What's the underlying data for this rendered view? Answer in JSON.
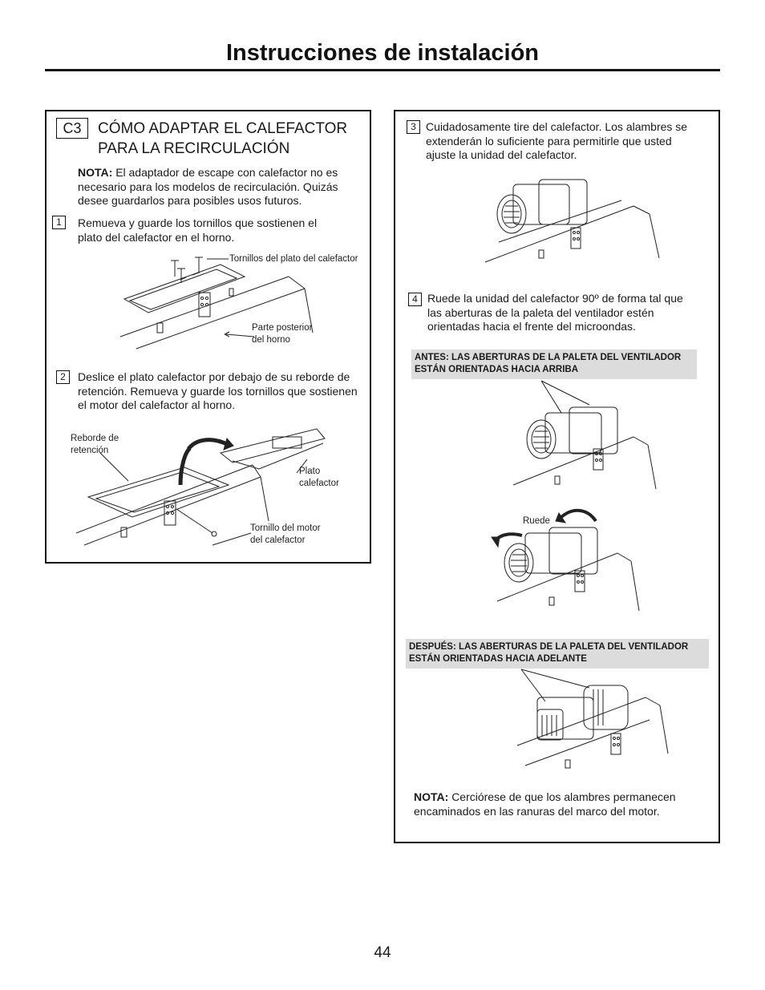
{
  "header": {
    "title": "Instrucciones de instalación"
  },
  "section": {
    "code": "C3",
    "title": "CÓMO ADAPTAR EL CALEFACTOR PARA LA RECIRCULACIÓN",
    "note_label": "NOTA:",
    "note_text": "El adaptador de escape con calefactor no es necesario para los modelos de recirculación. Quizás desee guardarlos para posibles usos futuros."
  },
  "steps": [
    {
      "number": "1",
      "text": "Remueva y guarde los tornillos que sostienen el plato del calefactor en el horno."
    },
    {
      "number": "2",
      "text": "Deslice el plato calefactor por debajo de su reborde de retención. Remueva y guarde los tornillos que sostienen el motor del calefactor al horno."
    },
    {
      "number": "3",
      "text": "Cuidadosamente tire del calefactor. Los alambres se extenderán lo suficiente para permitirle que usted ajuste la unidad del calefactor."
    },
    {
      "number": "4",
      "text": "Ruede la unidad del calefactor 90º de forma tal que las aberturas de la paleta del ventilador estén orientadas hacia el frente del microondas."
    }
  ],
  "figure_labels": {
    "plate_screws": "Tornillos del plato del calefactor",
    "oven_back": "Parte posterior del horno",
    "retention_lip": "Reborde de retención",
    "heater_plate": "Plato calefactor",
    "motor_screw": "Tornillo del motor del calefactor",
    "roll": "Ruede"
  },
  "banners": {
    "before": "ANTES: LAS ABERTURAS DE LA PALETA DEL VENTILADOR ESTÁN ORIENTADAS HACIA ARRIBA",
    "after": "DESPUÉS: LAS ABERTURAS DE LA PALETA DEL VENTILADOR ESTÁN ORIENTADAS HACIA ADELANTE"
  },
  "final_note": {
    "label": "NOTA:",
    "text": "Cerciórese de que los alambres permanecen encaminados en las ranuras del marco del motor."
  },
  "page_number": "44"
}
